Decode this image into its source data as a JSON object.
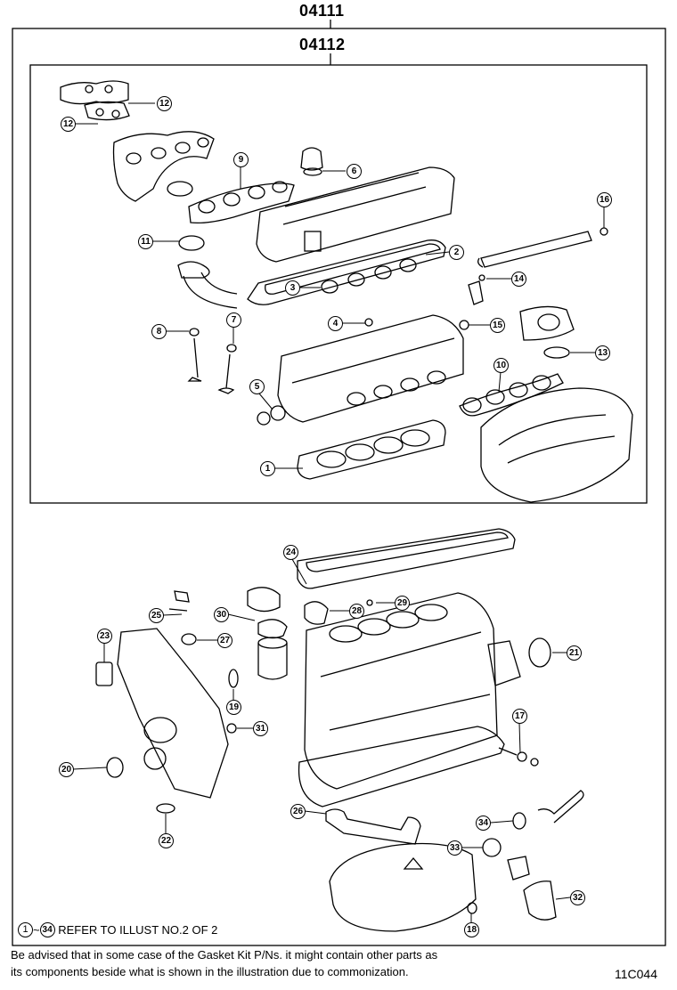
{
  "diagram": {
    "kit_outer": "04111",
    "kit_inner": "04112",
    "refer_note": {
      "from_num": "1",
      "tilde": "~",
      "to_num": "34",
      "text": "REFER TO ILLUST NO.2 OF 2"
    },
    "footer_lines": [
      "Be advised that in some case of the Gasket Kit P/Ns.  it might contain other parts as",
      "its components beside what is shown in the illustration due to commonization."
    ],
    "illustration_code": "11C044",
    "callouts": [
      "12",
      "12",
      "9",
      "6",
      "2",
      "3",
      "4",
      "11",
      "8",
      "7",
      "16",
      "14",
      "15",
      "13",
      "10",
      "5",
      "1",
      "24",
      "25",
      "30",
      "27",
      "23",
      "29",
      "28",
      "21",
      "19",
      "31",
      "17",
      "20",
      "26",
      "34",
      "33",
      "22",
      "32",
      "18"
    ]
  }
}
